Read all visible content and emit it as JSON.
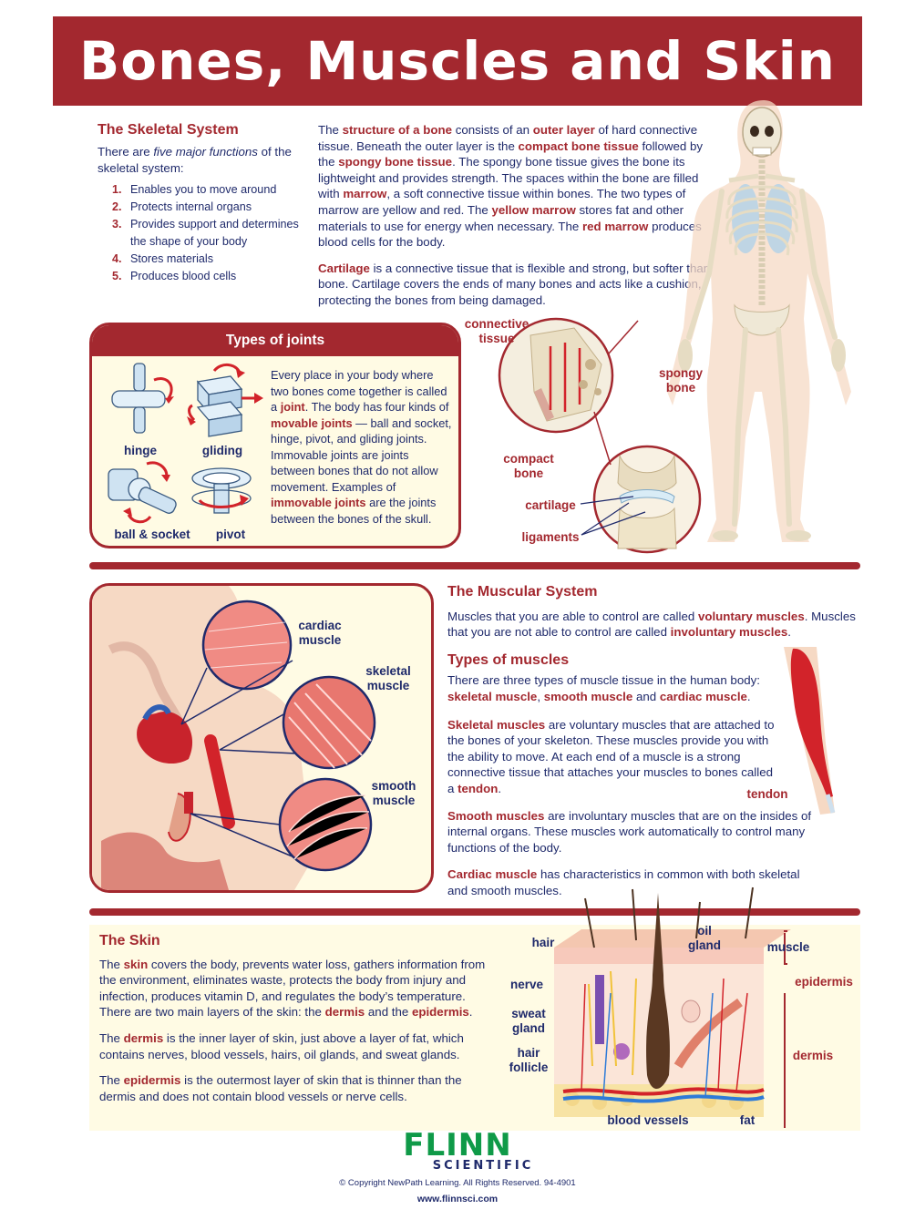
{
  "title": "Bones, Muscles and Skin",
  "skeletal": {
    "heading": "The Skeletal System",
    "intro_pre": "There are ",
    "intro_em": "five major functions",
    "intro_post": " of the skeletal system:",
    "functions": [
      {
        "n": "1.",
        "t": "Enables you to move around"
      },
      {
        "n": "2.",
        "t": "Protects internal organs"
      },
      {
        "n": "3.",
        "t": "Provides support and determines the shape of your body"
      },
      {
        "n": "4.",
        "t": "Stores materials"
      },
      {
        "n": "5.",
        "t": "Produces blood cells"
      }
    ],
    "bone_paragraph": [
      {
        "t": "The ",
        "r": false
      },
      {
        "t": "structure of a bone",
        "r": true
      },
      {
        "t": " consists of an ",
        "r": false
      },
      {
        "t": "outer layer",
        "r": true
      },
      {
        "t": " of hard connective tissue.  Beneath the outer layer is the ",
        "r": false
      },
      {
        "t": "compact bone tissue",
        "r": true
      },
      {
        "t": " followed by the ",
        "r": false
      },
      {
        "t": "spongy bone tissue",
        "r": true
      },
      {
        "t": ". The spongy bone tissue gives the bone its lightweight and provides strength. The spaces within the bone are filled with ",
        "r": false
      },
      {
        "t": "marrow",
        "r": true
      },
      {
        "t": ", a soft connective tissue within bones. The two types of marrow are yellow and red. The ",
        "r": false
      },
      {
        "t": "yellow marrow",
        "r": true
      },
      {
        "t": " stores fat and other materials to use for energy when necessary. The ",
        "r": false
      },
      {
        "t": "red marrow",
        "r": true
      },
      {
        "t": " produces blood cells for the body.",
        "r": false
      }
    ],
    "cartilage_paragraph": [
      {
        "t": "Cartilage",
        "r": true
      },
      {
        "t": " is a connective tissue that is flexible and strong, but softer than bone.  Cartilage covers the ends of many bones and acts like a cushion, protecting the bones from being damaged.",
        "r": false
      }
    ]
  },
  "joints": {
    "title": "Types of joints",
    "labels": {
      "hinge": "hinge",
      "gliding": "gliding",
      "ball_socket": "ball & socket",
      "pivot": "pivot"
    },
    "paragraph": [
      {
        "t": "Every place in your body where two bones come together is called a ",
        "r": false
      },
      {
        "t": "joint",
        "r": true
      },
      {
        "t": ". The body has four kinds of ",
        "r": false
      },
      {
        "t": "movable joints",
        "r": true
      },
      {
        "t": " — ball and socket, hinge, pivot, and gliding joints.  Immovable joints are joints between bones that do not allow movement. Examples of ",
        "r": false
      },
      {
        "t": "immovable joints",
        "r": true
      },
      {
        "t": " are the joints between the bones of the skull.",
        "r": false
      }
    ]
  },
  "bone_labels": {
    "connective_tissue": "connective tissue",
    "spongy_bone": "spongy bone",
    "compact_bone": "compact bone",
    "cartilage": "cartilage",
    "ligaments": "ligaments"
  },
  "muscle_labels": {
    "cardiac": "cardiac muscle",
    "skeletal": "skeletal muscle",
    "smooth": "smooth muscle",
    "tendon": "tendon"
  },
  "muscular": {
    "heading": "The Muscular System",
    "intro": [
      {
        "t": "Muscles that you are able to control are called ",
        "r": false
      },
      {
        "t": "voluntary muscles",
        "r": true
      },
      {
        "t": ". Muscles that you are not able to control are called ",
        "r": false
      },
      {
        "t": "involuntary muscles",
        "r": true
      },
      {
        "t": ".",
        "r": false
      }
    ],
    "types_heading": "Types of muscles",
    "types": [
      {
        "t": "There are three types of muscle tissue in the human body: ",
        "r": false
      },
      {
        "t": "skeletal muscle",
        "r": true
      },
      {
        "t": ", ",
        "r": false
      },
      {
        "t": "smooth muscle",
        "r": true
      },
      {
        "t": " and ",
        "r": false
      },
      {
        "t": "cardiac muscle",
        "r": true
      },
      {
        "t": ".",
        "r": false
      }
    ],
    "skeletal_p": [
      {
        "t": "Skeletal muscles",
        "r": true
      },
      {
        "t": " are voluntary muscles that are attached to the bones of your skeleton. These muscles provide you with the ability to move.  At each end of a muscle is a strong connective tissue that attaches your muscles to bones called a ",
        "r": false
      },
      {
        "t": "tendon",
        "r": true
      },
      {
        "t": ".",
        "r": false
      }
    ],
    "smooth_p": [
      {
        "t": "Smooth muscles",
        "r": true
      },
      {
        "t": " are involuntary muscles that are on the insides of internal organs. These muscles work automatically to control many functions of the body.",
        "r": false
      }
    ],
    "cardiac_p": [
      {
        "t": "Cardiac muscle",
        "r": true
      },
      {
        "t": " has characteristics in common with both skeletal and smooth muscles.",
        "r": false
      }
    ]
  },
  "skin": {
    "heading": "The Skin",
    "p1": [
      {
        "t": "The ",
        "r": false
      },
      {
        "t": "skin",
        "r": true
      },
      {
        "t": " covers the body, prevents water loss, gathers information from the environment, eliminates waste, protects the body from injury and infection, produces vitamin D, and regulates the body’s temperature.  There are two main layers of the skin:  the ",
        "r": false
      },
      {
        "t": "dermis",
        "r": true
      },
      {
        "t": " and the ",
        "r": false
      },
      {
        "t": "epidermis",
        "r": true
      },
      {
        "t": ".",
        "r": false
      }
    ],
    "p2": [
      {
        "t": "The ",
        "r": false
      },
      {
        "t": "dermis",
        "r": true
      },
      {
        "t": " is the inner layer of skin, just above a layer of fat, which contains nerves, blood vessels, hairs, oil glands, and sweat glands.",
        "r": false
      }
    ],
    "p3": [
      {
        "t": "The ",
        "r": false
      },
      {
        "t": "epidermis",
        "r": true
      },
      {
        "t": " is the outermost layer of skin that is thinner than the dermis and does not contain blood vessels or nerve cells.",
        "r": false
      }
    ],
    "labels": {
      "hair": "hair",
      "oil_gland": "oil gland",
      "muscle": "muscle",
      "nerve": "nerve",
      "sweat_gland": "sweat gland",
      "hair_follicle": "hair follicle",
      "blood_vessels": "blood vessels",
      "fat": "fat",
      "epidermis": "epidermis",
      "dermis": "dermis"
    }
  },
  "footer": {
    "brand": "FLINN",
    "sub": "SCIENTIFIC",
    "copyright": "© Copyright NewPath Learning. All Rights Reserved. 94-4901",
    "url": "www.flinnsci.com"
  }
}
